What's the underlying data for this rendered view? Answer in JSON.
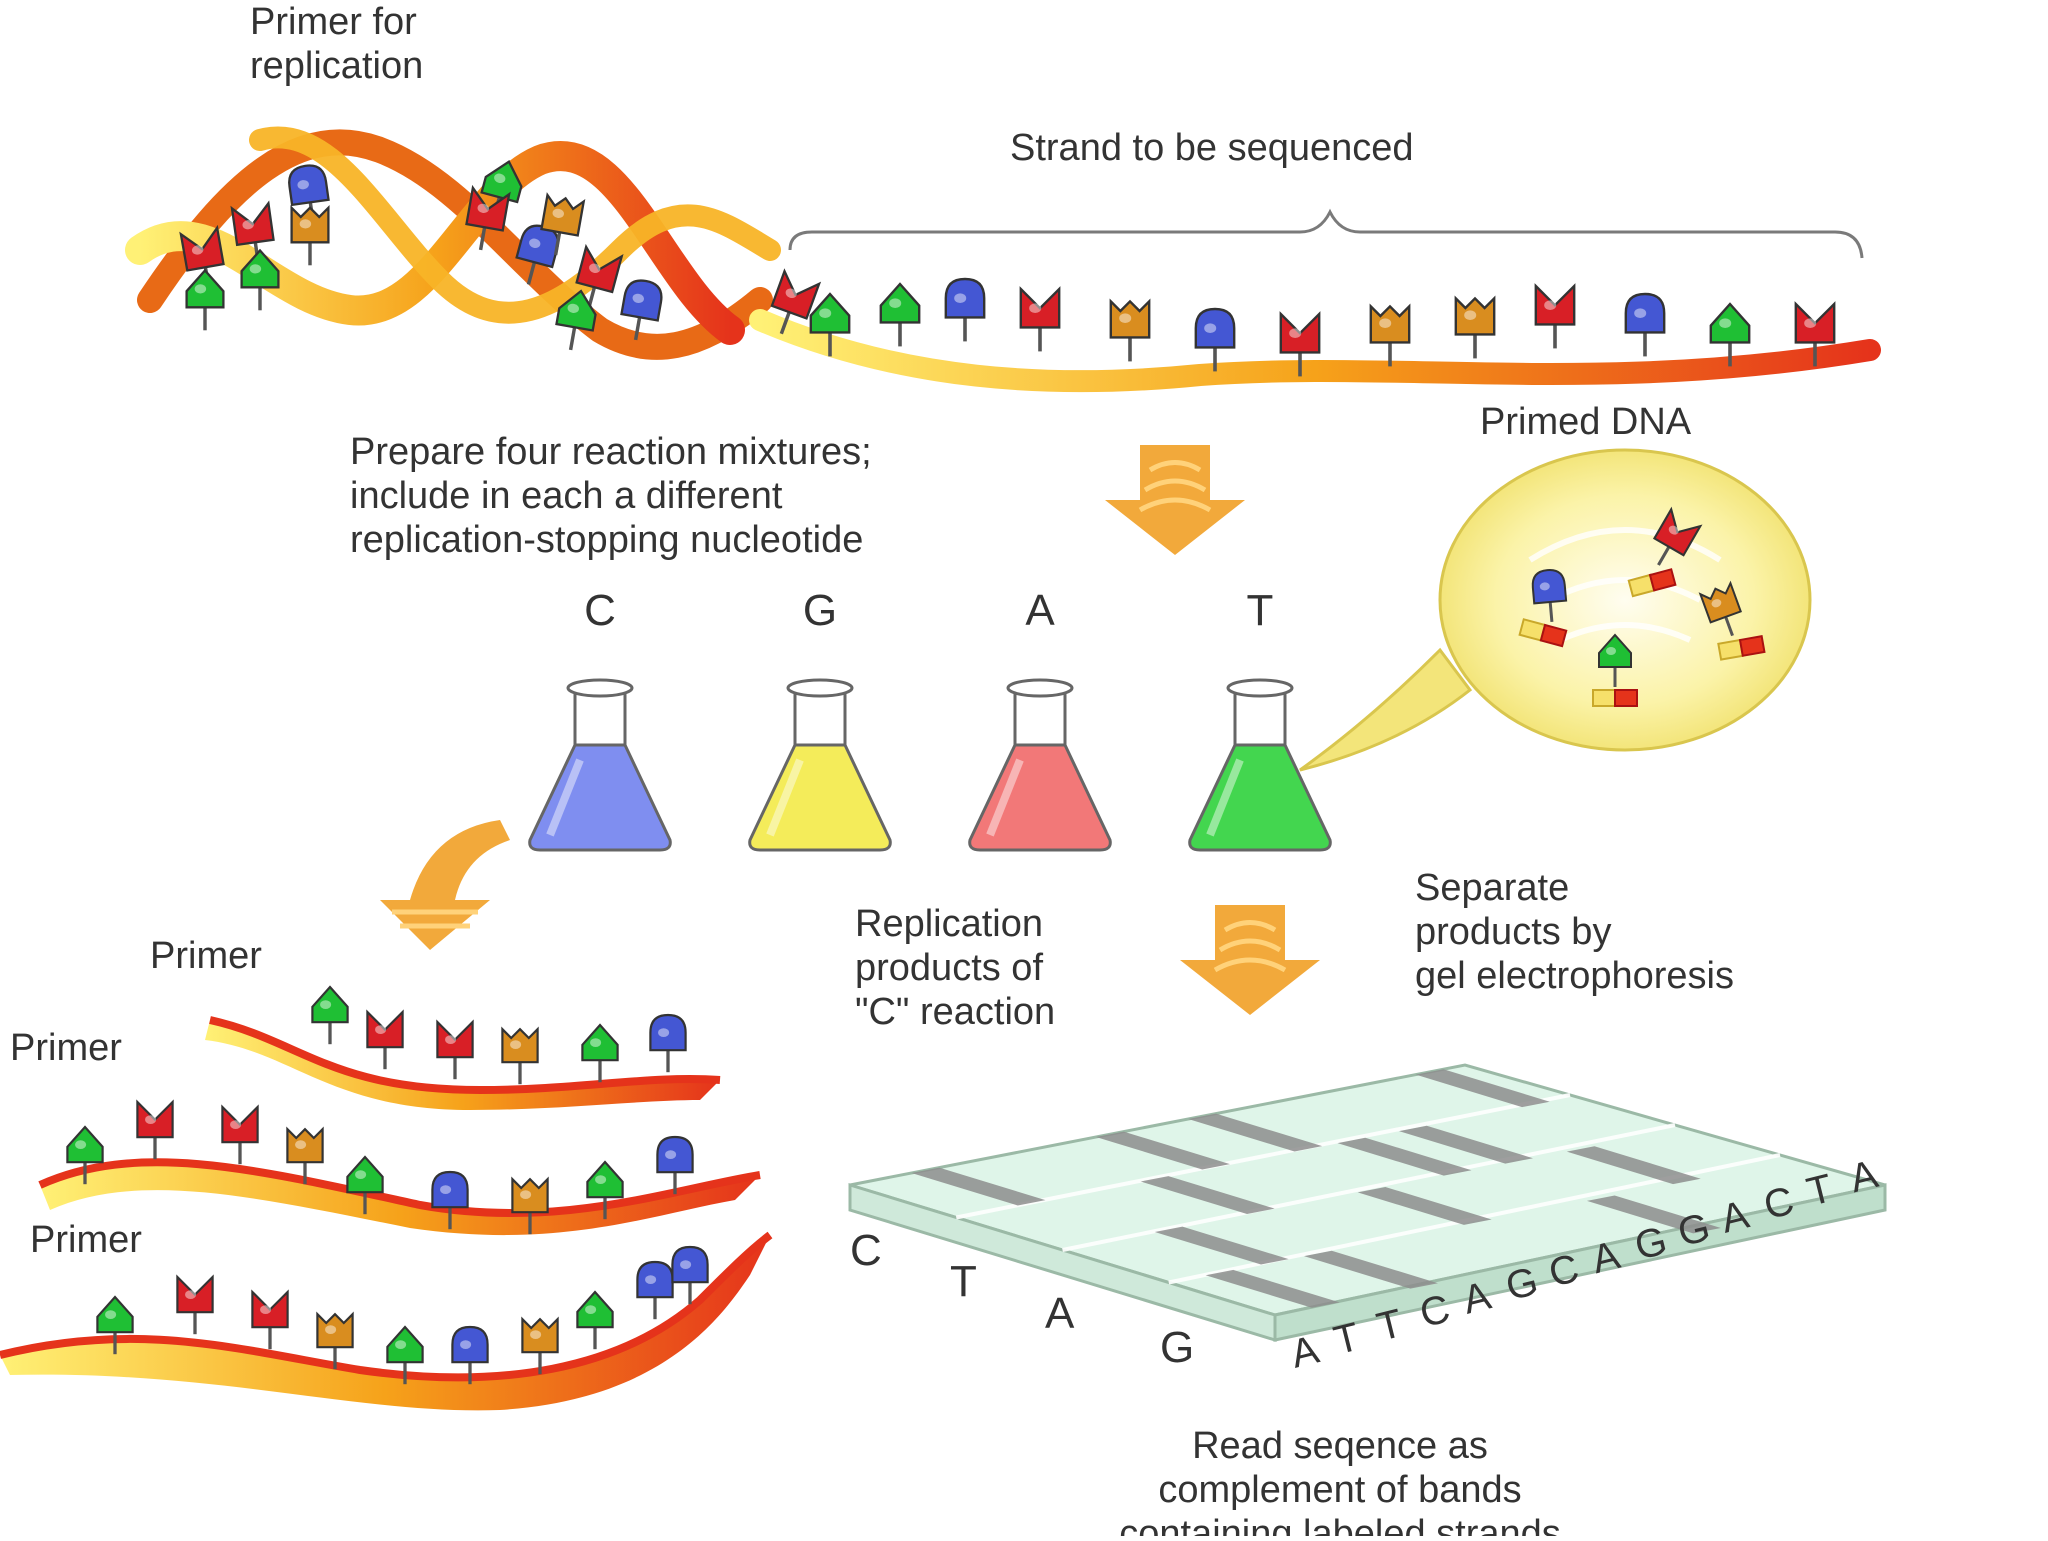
{
  "labels": {
    "primer_for_replication_1": "Primer for",
    "primer_for_replication_2": "replication",
    "strand_to_be_sequenced": "Strand to be sequenced",
    "prepare_1": "Prepare four reaction mixtures;",
    "prepare_2": "include in each a different",
    "prepare_3": "replication-stopping nucleotide",
    "primed_dna": "Primed DNA",
    "plus": "+",
    "flask_c": "C",
    "flask_g": "G",
    "flask_a": "A",
    "flask_t": "T",
    "primer_1": "Primer",
    "primer_2": "Primer",
    "primer_3": "Primer",
    "replication_1": "Replication",
    "replication_2": "products of",
    "replication_3": "\"C\" reaction",
    "separate_1": "Separate",
    "separate_2": "products by",
    "separate_3": "gel electrophoresis",
    "lane_c": "C",
    "lane_t": "T",
    "lane_a": "A",
    "lane_g": "G",
    "read_sequence": [
      "A",
      "T",
      "T",
      "C",
      "A",
      "G",
      "C",
      "A",
      "G",
      "G",
      "A",
      "C",
      "T",
      "A"
    ],
    "read_1": "Read seqence as",
    "read_2": "complement of bands",
    "read_3": "containing labeled strands"
  },
  "colors": {
    "base_a": "#d81f26",
    "base_t": "#d98d1f",
    "base_g": "#1fbf34",
    "base_c": "#4457d3",
    "flask_c": "#7f8ef0",
    "flask_g": "#f4ec5a",
    "flask_a": "#f27878",
    "flask_t": "#43d64f",
    "arrow": "#f2a93b",
    "gel": "#dff5e9",
    "band": "#8d8d8d"
  }
}
